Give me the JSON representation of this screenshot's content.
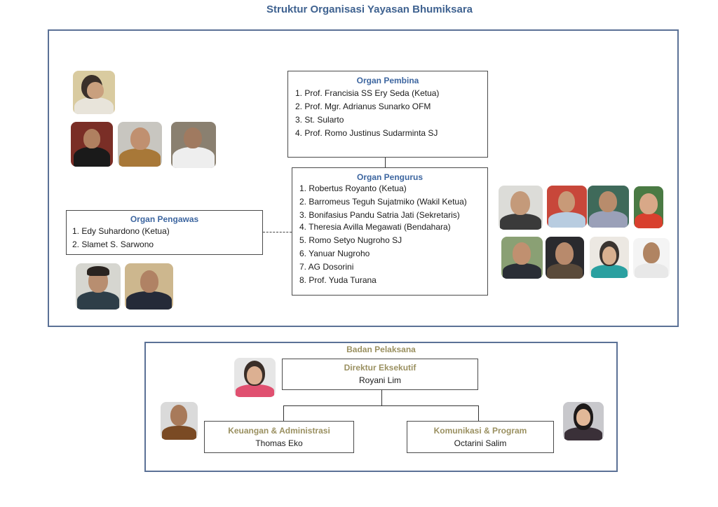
{
  "title": "Struktur Organisasi Yayasan Bhumiksara",
  "organ_pembina": {
    "heading": "Organ Pembina",
    "members": [
      "1. Prof. Francisia SS Ery Seda (Ketua)",
      "2. Prof. Mgr. Adrianus Sunarko OFM",
      "3.  St. Sularto",
      "4.  Prof. Romo Justinus Sudarminta SJ"
    ]
  },
  "organ_pengurus": {
    "heading": "Organ Pengurus",
    "members": [
      "1. Robertus Royanto (Ketua)",
      "2. Barromeus Teguh Sujatmiko (Wakil Ketua)",
      "3. Bonifasius Pandu Satria Jati (Sekretaris)",
      "4. Theresia Avilla Megawati (Bendahara)",
      "5. Romo Setyo Nugroho SJ",
      "6. Yanuar Nugroho",
      "7. AG Dosorini",
      "8. Prof. Yuda Turana"
    ]
  },
  "organ_pengawas": {
    "heading": "Organ Pengawas",
    "members": [
      "1. Edy Suhardono (Ketua)",
      "2. Slamet S. Sarwono"
    ]
  },
  "badan_pelaksana": {
    "heading": "Badan Pelaksana",
    "direktur": {
      "role": "Direktur Eksekutif",
      "name": "Royani Lim"
    },
    "keuangan": {
      "role": "Keuangan & Administrasi",
      "name": "Thomas Eko"
    },
    "komunikasi": {
      "role": "Komunikasi & Program",
      "name": "Octarini Salim"
    }
  },
  "colors": {
    "title": "#3f6290",
    "heading_blue": "#3d66a0",
    "heading_gold": "#9a9060",
    "frame": "#5b7196"
  }
}
